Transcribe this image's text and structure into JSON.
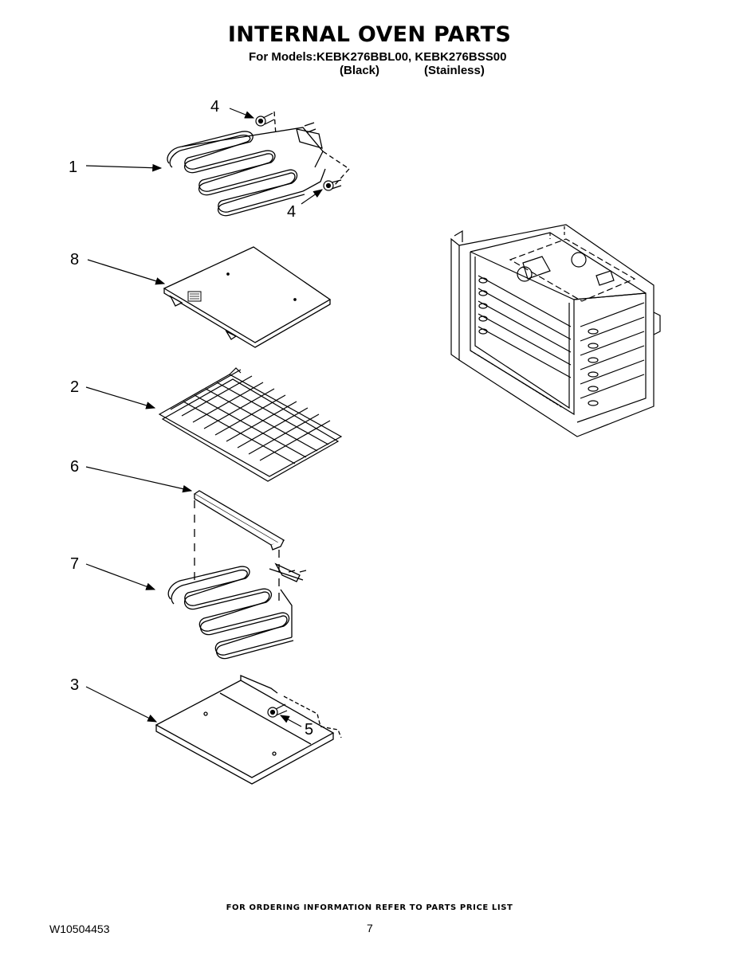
{
  "header": {
    "title": "INTERNAL OVEN PARTS",
    "models_line": "For Models:KEBK276BBL00, KEBK276BSS00",
    "variant_black": "(Black)",
    "variant_stainless": "(Stainless)"
  },
  "callouts": {
    "c1": "1",
    "c2": "2",
    "c3": "3",
    "c4a": "4",
    "c4b": "4",
    "c5": "5",
    "c6": "6",
    "c7": "7",
    "c8": "8"
  },
  "footer": {
    "ordering_note": "FOR ORDERING INFORMATION REFER TO PARTS PRICE LIST",
    "document_number": "W10504453",
    "page_number": "7"
  }
}
